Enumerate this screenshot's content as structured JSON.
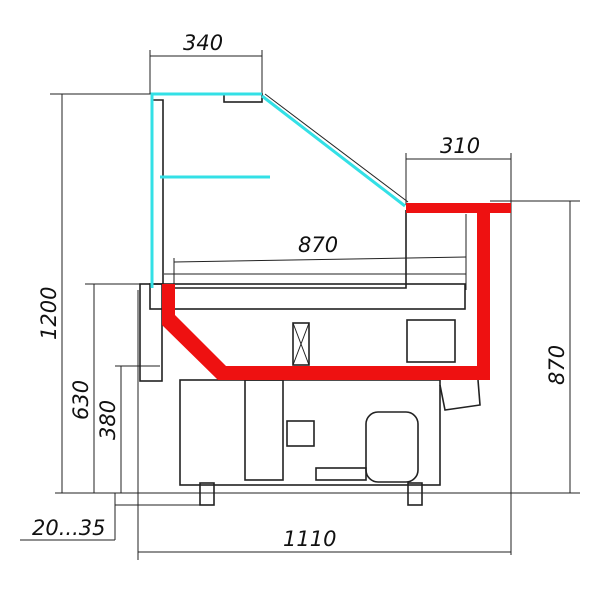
{
  "drawing": {
    "dimensions": {
      "top_width": "340",
      "counter_width": "310",
      "display_depth": "870",
      "total_height": "1200",
      "counter_height": "870",
      "base_height": "630",
      "bottom_height": "380",
      "foot_adjust": "20...35",
      "total_width": "1110"
    },
    "colors": {
      "glass": "#33e0e6",
      "insulation": "#ee1111",
      "line": "#222222"
    }
  }
}
